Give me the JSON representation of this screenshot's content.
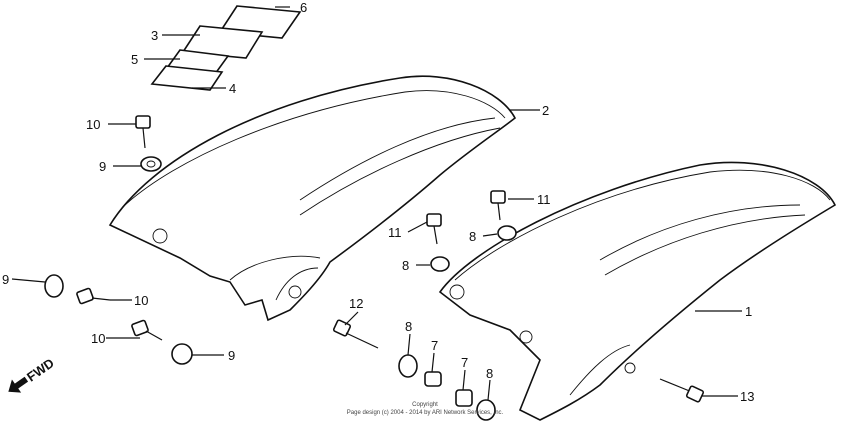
{
  "diagram": {
    "callouts": {
      "c1": "1",
      "c2": "2",
      "c3": "3",
      "c4": "4",
      "c5": "5",
      "c6": "6",
      "c7a": "7",
      "c7b": "7",
      "c8a": "8",
      "c8b": "8",
      "c8c": "8",
      "c8d": "8",
      "c9a": "9",
      "c9b": "9",
      "c9c": "9",
      "c10a": "10",
      "c10b": "10",
      "c10c": "10",
      "c11a": "11",
      "c11b": "11",
      "c12": "12",
      "c13": "13"
    },
    "fwd_label": "FWD",
    "copyright_line1": "Copyright",
    "copyright_line2": "Page design (c) 2004 - 2014 by ARI Network Services, Inc."
  }
}
